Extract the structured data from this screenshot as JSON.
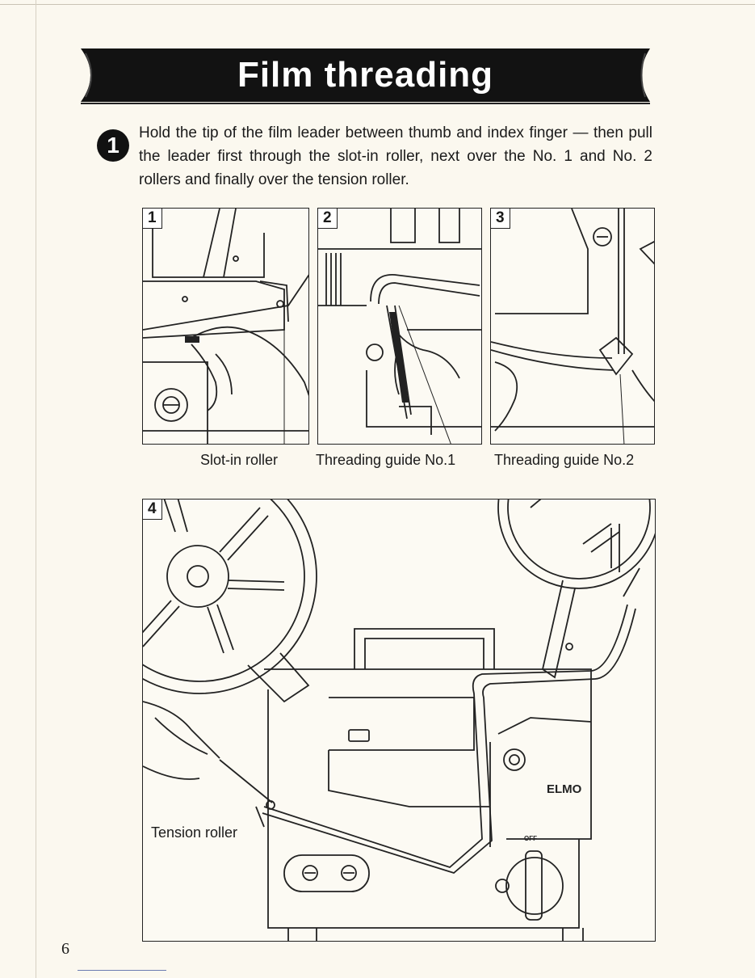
{
  "page": {
    "title": "Film threading",
    "step": {
      "number": "1",
      "text": "Hold the tip of the film leader between thumb and index finger — then pull the leader first through the slot-in roller, next over the No. 1 and No. 2 rollers and finally over the tension roller."
    },
    "panels": [
      {
        "number": "1",
        "caption": "Slot-in roller"
      },
      {
        "number": "2",
        "caption": "Threading guide No.1"
      },
      {
        "number": "3",
        "caption": "Threading guide No.2"
      },
      {
        "number": "4",
        "caption": "Tension roller"
      }
    ],
    "brand": "ELMO",
    "switch_label": "OFF",
    "page_number": "6"
  }
}
